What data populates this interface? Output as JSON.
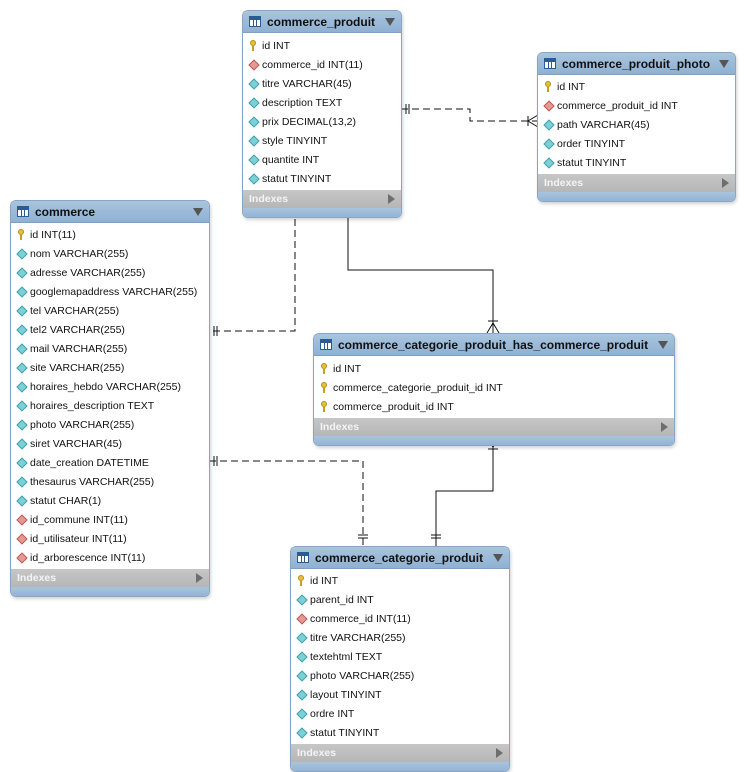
{
  "tables": {
    "commerce_produit": {
      "title": "commerce_produit",
      "indexes_label": "Indexes",
      "columns": [
        {
          "icon": "primary-key-icon",
          "text": "id INT"
        },
        {
          "icon": "foreign-key-icon",
          "text": "commerce_id INT(11)"
        },
        {
          "icon": "column-icon",
          "text": "titre VARCHAR(45)"
        },
        {
          "icon": "column-icon",
          "text": "description TEXT"
        },
        {
          "icon": "column-icon",
          "text": "prix DECIMAL(13,2)"
        },
        {
          "icon": "column-icon",
          "text": "style TINYINT"
        },
        {
          "icon": "column-icon",
          "text": "quantite INT"
        },
        {
          "icon": "column-icon",
          "text": "statut TINYINT"
        }
      ]
    },
    "commerce_produit_photo": {
      "title": "commerce_produit_photo",
      "indexes_label": "Indexes",
      "columns": [
        {
          "icon": "primary-key-icon",
          "text": "id INT"
        },
        {
          "icon": "foreign-key-icon",
          "text": "commerce_produit_id INT"
        },
        {
          "icon": "column-icon",
          "text": "path VARCHAR(45)"
        },
        {
          "icon": "column-icon",
          "text": "order TINYINT"
        },
        {
          "icon": "column-icon",
          "text": "statut TINYINT"
        }
      ]
    },
    "commerce": {
      "title": "commerce",
      "indexes_label": "Indexes",
      "columns": [
        {
          "icon": "primary-key-icon",
          "text": "id INT(11)"
        },
        {
          "icon": "column-icon",
          "text": "nom VARCHAR(255)"
        },
        {
          "icon": "column-icon",
          "text": "adresse VARCHAR(255)"
        },
        {
          "icon": "column-icon",
          "text": "googlemapaddress VARCHAR(255)"
        },
        {
          "icon": "column-icon",
          "text": "tel VARCHAR(255)"
        },
        {
          "icon": "column-icon",
          "text": "tel2 VARCHAR(255)"
        },
        {
          "icon": "column-icon",
          "text": "mail VARCHAR(255)"
        },
        {
          "icon": "column-icon",
          "text": "site VARCHAR(255)"
        },
        {
          "icon": "column-icon",
          "text": "horaires_hebdo VARCHAR(255)"
        },
        {
          "icon": "column-icon",
          "text": "horaires_description TEXT"
        },
        {
          "icon": "column-icon",
          "text": "photo VARCHAR(255)"
        },
        {
          "icon": "column-icon",
          "text": "siret VARCHAR(45)"
        },
        {
          "icon": "column-icon",
          "text": "date_creation DATETIME"
        },
        {
          "icon": "column-icon",
          "text": "thesaurus VARCHAR(255)"
        },
        {
          "icon": "column-icon",
          "text": "statut CHAR(1)"
        },
        {
          "icon": "foreign-key-icon",
          "text": "id_commune INT(11)"
        },
        {
          "icon": "foreign-key-icon",
          "text": "id_utilisateur INT(11)"
        },
        {
          "icon": "foreign-key-icon",
          "text": "id_arborescence INT(11)"
        }
      ]
    },
    "commerce_categorie_produit_has_commerce_produit": {
      "title": "commerce_categorie_produit_has_commerce_produit",
      "indexes_label": "Indexes",
      "columns": [
        {
          "icon": "primary-key-icon",
          "text": "id INT"
        },
        {
          "icon": "primary-key-icon",
          "text": "commerce_categorie_produit_id INT"
        },
        {
          "icon": "primary-key-icon",
          "text": "commerce_produit_id INT"
        }
      ]
    },
    "commerce_categorie_produit": {
      "title": "commerce_categorie_produit",
      "indexes_label": "Indexes",
      "columns": [
        {
          "icon": "primary-key-icon",
          "text": "id INT"
        },
        {
          "icon": "column-icon",
          "text": "parent_id INT"
        },
        {
          "icon": "foreign-key-icon",
          "text": "commerce_id INT(11)"
        },
        {
          "icon": "column-icon",
          "text": "titre VARCHAR(255)"
        },
        {
          "icon": "column-icon",
          "text": "textehtml TEXT"
        },
        {
          "icon": "column-icon",
          "text": "photo VARCHAR(255)"
        },
        {
          "icon": "column-icon",
          "text": "layout TINYINT"
        },
        {
          "icon": "column-icon",
          "text": "ordre INT"
        },
        {
          "icon": "column-icon",
          "text": "statut TINYINT"
        }
      ]
    }
  },
  "colors": {
    "header": "#9dbbd9",
    "footer": "#bdbdbd",
    "connector": "#111111",
    "primary_key": "#e8c13a",
    "column": "#7fd0d6",
    "foreign_key": "#e39a95"
  }
}
